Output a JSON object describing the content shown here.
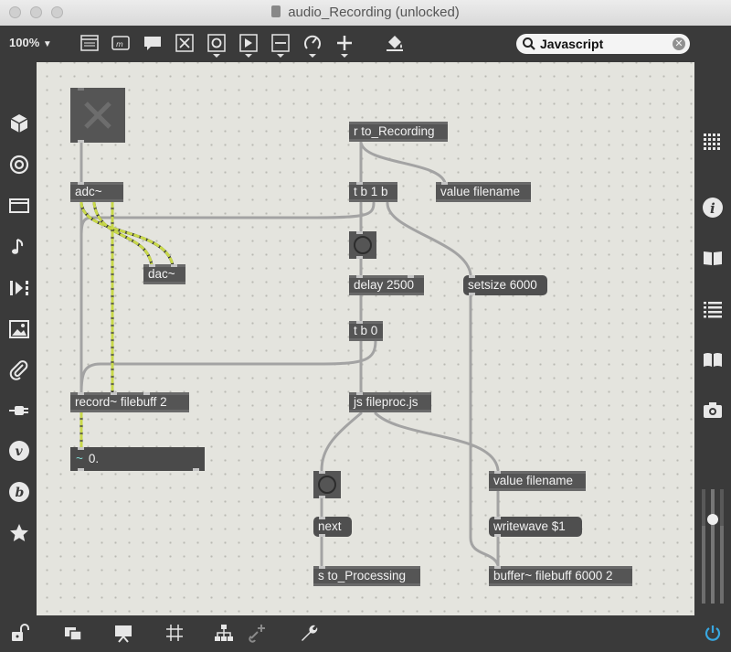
{
  "window": {
    "title": "audio_Recording (unlocked)"
  },
  "toolbar": {
    "zoom": "100%",
    "search": {
      "value": "Javascript",
      "placeholder": ""
    },
    "icons": [
      "presentation-icon",
      "message-box-icon",
      "comment-icon",
      "toggle-icon",
      "bang-icon",
      "number-icon",
      "slider-icon",
      "dial-icon",
      "add-icon",
      "paint-bucket-icon"
    ]
  },
  "left_sidebar": [
    "3d-box-icon",
    "target-icon",
    "video-icon",
    "music-note-icon",
    "transport-icon",
    "image-icon",
    "paperclip-icon",
    "plug-icon",
    "vizzie-icon",
    "beap-icon",
    "star-icon"
  ],
  "right_sidebar": [
    "grid-dots-icon",
    "info-icon",
    "book-open-icon",
    "list-icon",
    "reference-icon",
    "snapshot-camera-icon"
  ],
  "bottom_bar": [
    "lock-icon",
    "windows-icon",
    "presentation-screen-icon",
    "grid-icon",
    "hierarchy-icon",
    "add-patcher-icon",
    "wrench-icon",
    "power-icon"
  ],
  "patcher": {
    "objects": {
      "adc": "adc~",
      "dac": "dac~",
      "record": "record~ filebuff 2",
      "number_tilde": "0.",
      "r_recording": "r to_Recording",
      "trigger1": "t b 1 b",
      "value1": "value filename",
      "delay": "delay 2500",
      "setsize": "setsize 6000",
      "trigger2": "t b 0",
      "js": "js fileproc.js",
      "value2": "value filename",
      "next": "next",
      "writewave": "writewave $1",
      "s_processing": "s to_Processing",
      "buffer": "buffer~ filebuff 6000 2"
    }
  },
  "colors": {
    "canvas": "#e4e4de",
    "object": "#555555",
    "cord": "#a0a0a0",
    "audio_cord": "#c8d84a"
  }
}
